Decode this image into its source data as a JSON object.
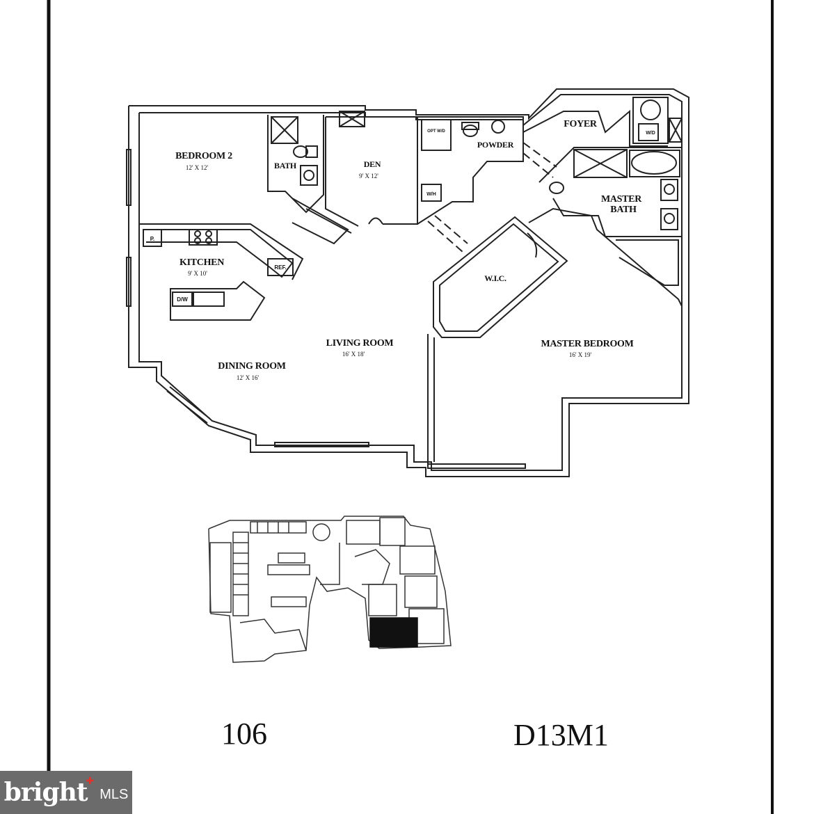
{
  "rooms": {
    "bedroom2": {
      "name": "BEDROOM 2",
      "dims": "12' X 12'"
    },
    "bath": {
      "name": "BATH"
    },
    "den": {
      "name": "DEN",
      "dims": "9' X 12'"
    },
    "powder": {
      "name": "POWDER"
    },
    "foyer": {
      "name": "FOYER"
    },
    "master_bath": {
      "name": "MASTER",
      "name2": "BATH"
    },
    "kitchen": {
      "name": "KITCHEN",
      "dims": "9' X 10'"
    },
    "wic": {
      "name": "W.I.C."
    },
    "living": {
      "name": "LIVING ROOM",
      "dims": "16' X 18'"
    },
    "dining": {
      "name": "DINING ROOM",
      "dims": "12' X 16'"
    },
    "master_bedroom": {
      "name": "MASTER BEDROOM",
      "dims": "16' X 19'"
    }
  },
  "fixtures": {
    "pantry": "P.",
    "refrigerator": "REF.",
    "dishwasher": "D/W",
    "washer_dryer": "W/D",
    "water_heater": "W/H",
    "opt_washer": "OPT W/D"
  },
  "unit": {
    "number": "106",
    "model": "D13M1"
  },
  "watermark": {
    "brand": "bright",
    "suffix": "MLS",
    "accent": "#e0342b",
    "bg": "#6b6b6b"
  }
}
